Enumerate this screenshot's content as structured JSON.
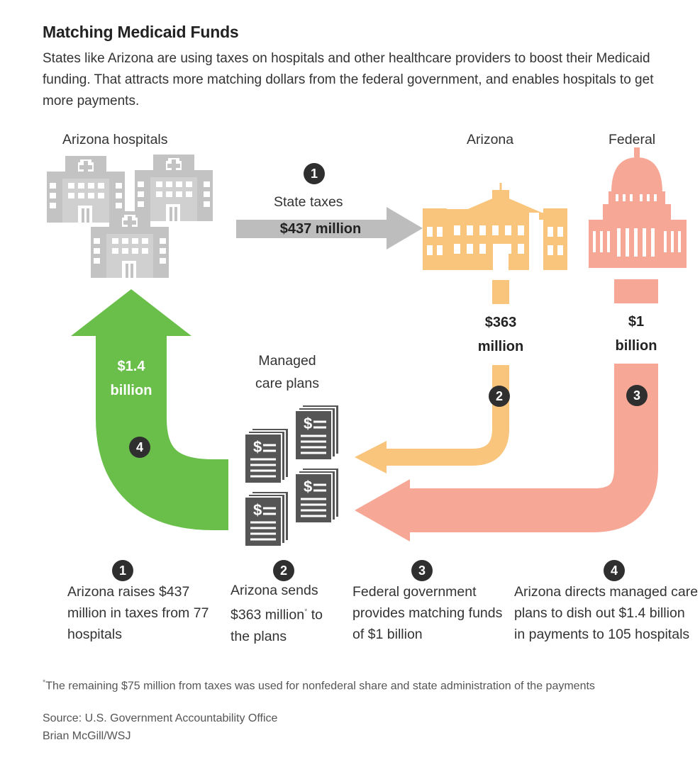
{
  "header": {
    "title": "Matching Medicaid Funds",
    "subtitle": "States like Arizona are using taxes on hospitals and other healthcare providers to boost their Medicaid funding. That attracts more matching dollars from the federal government, and enables hospitals to get more payments."
  },
  "nodes": {
    "hospitals": "Arizona hospitals",
    "arizona": "Arizona",
    "federal": "Federal",
    "plans_line1": "Managed",
    "plans_line2": "care plans"
  },
  "flows": {
    "state_taxes_label": "State taxes",
    "state_taxes_amount": "$437 million",
    "arizona_amount_line1": "$363",
    "arizona_amount_line2": "million",
    "federal_amount_line1": "$1",
    "federal_amount_line2": "billion",
    "payments_line1": "$1.4",
    "payments_line2": "billion"
  },
  "badges": [
    "1",
    "2",
    "3",
    "4"
  ],
  "steps": [
    {
      "num": "1",
      "text": "Arizona raises $437 million in taxes from 77 hospitals"
    },
    {
      "num": "2",
      "text_main": "Arizona sends $363 million",
      "asterisk": "*",
      "text_tail": "to the plans"
    },
    {
      "num": "3",
      "text": "Federal government provides matching funds of $1 billion"
    },
    {
      "num": "4",
      "text": "Arizona directs managed care plans to dish out $1.4 billion in payments to 105 hospitals"
    }
  ],
  "footer": {
    "asterisk": "*",
    "note": "The remaining $75 million from taxes was used for nonfederal share and state administration of the payments",
    "source": "Source: U.S. Government Accountability Office",
    "credit": "Brian McGill/WSJ"
  },
  "colors": {
    "hospital_gray": "#c3c3c3",
    "arizona_orange": "#f9c47c",
    "federal_pink": "#f7a796",
    "green": "#6abf4b",
    "arrow_gray": "#bdbdbd",
    "document_dark": "#555555",
    "badge": "#2f2f2f"
  },
  "icons": [
    "hospital-icon",
    "capitol-icon",
    "document-stack-icon"
  ]
}
